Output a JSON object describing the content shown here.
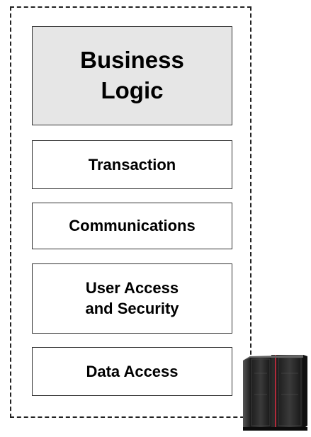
{
  "diagram": {
    "layers": [
      {
        "id": "business",
        "lines": [
          "Business",
          "Logic"
        ],
        "fill": "#e6e6e6"
      },
      {
        "id": "transaction",
        "lines": [
          "Transaction"
        ]
      },
      {
        "id": "communications",
        "lines": [
          "Communications"
        ]
      },
      {
        "id": "useraccess",
        "lines": [
          "User Access",
          "and Security"
        ]
      },
      {
        "id": "dataaccess",
        "lines": [
          "Data Access"
        ]
      }
    ],
    "server_icon": "mainframe-server-icon"
  }
}
